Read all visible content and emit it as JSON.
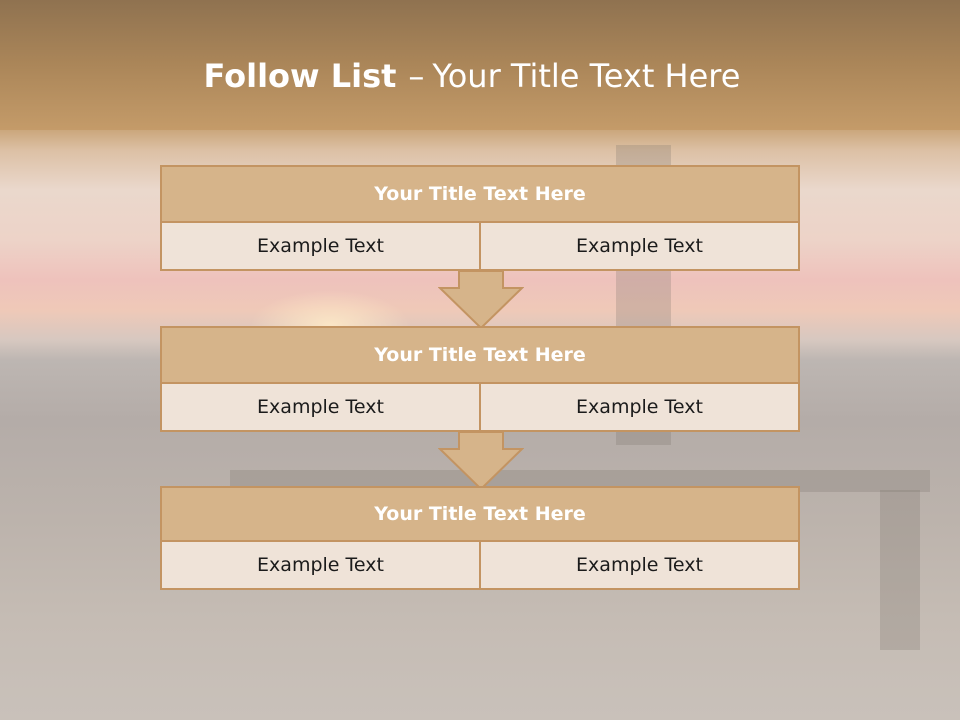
{
  "slide": {
    "title_bold": "Follow List",
    "title_dash": "–",
    "title_rest": "Your Title Text Here"
  },
  "blocks": [
    {
      "title": "Your Title Text Here",
      "left": "Example Text",
      "right": "Example Text"
    },
    {
      "title": "Your Title Text Here",
      "left": "Example Text",
      "right": "Example Text"
    },
    {
      "title": "Your Title Text Here",
      "left": "Example Text",
      "right": "Example Text"
    }
  ],
  "colors": {
    "header": "#ab8659",
    "block_title": "#d6b48a",
    "block_border": "#c39462",
    "cell": "#efe3d8",
    "arrow_fill": "#d6b48a"
  }
}
